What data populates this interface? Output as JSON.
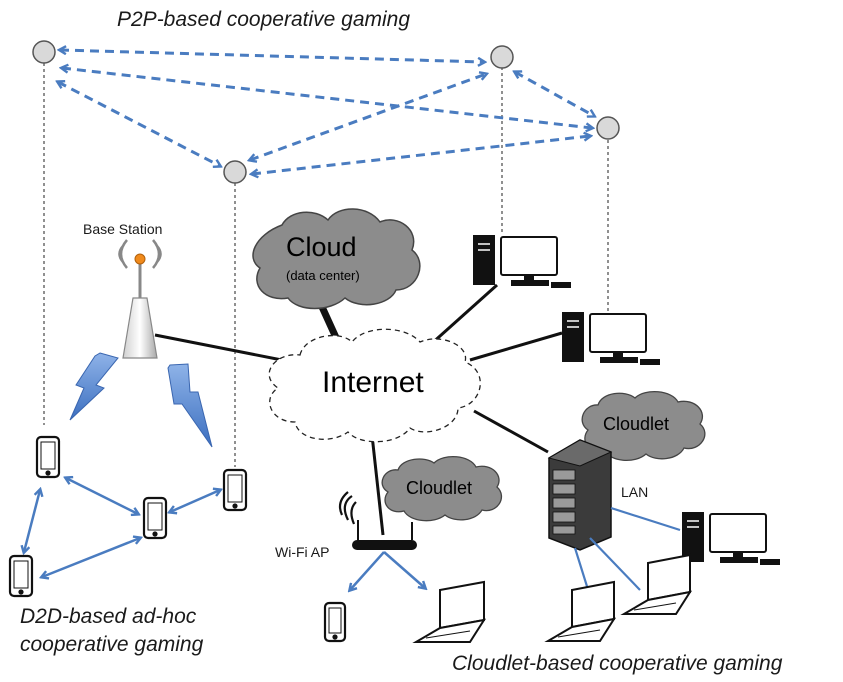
{
  "titles": {
    "p2p": "P2P-based cooperative gaming",
    "d2d_line1": "D2D-based ad-hoc",
    "d2d_line2": "cooperative gaming",
    "cloudlet": "Cloudlet-based cooperative gaming"
  },
  "labels": {
    "base_station": "Base Station",
    "cloud": "Cloud",
    "cloud_sub": "(data center)",
    "internet": "Internet",
    "cloudlet_top": "Cloudlet",
    "cloudlet_wifi": "Cloudlet",
    "lan": "LAN",
    "wifi_ap": "Wi-Fi AP"
  },
  "colors": {
    "dashed_arrow": "#4a7cc0",
    "solid_arrow": "#4a7cc0",
    "cloud_fill": "#8c8c8c",
    "node_fill": "#d9d9d9",
    "link": "#111111"
  }
}
